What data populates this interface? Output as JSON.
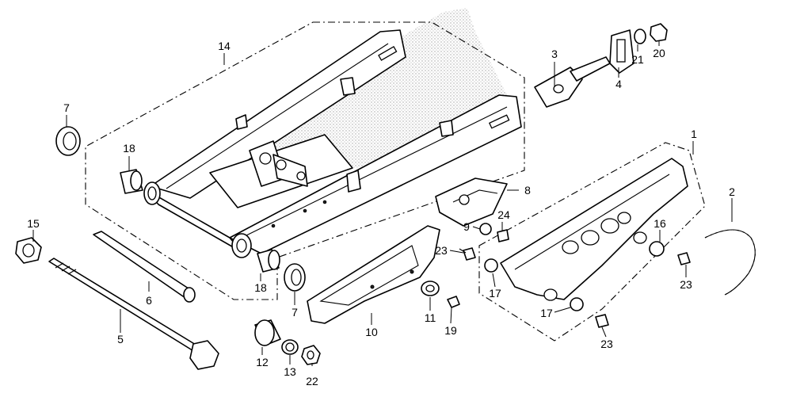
{
  "diagram": {
    "title": "Swingarm / Drive Chain exploded parts diagram",
    "callouts": [
      {
        "id": "c1",
        "label": "1"
      },
      {
        "id": "c2",
        "label": "2"
      },
      {
        "id": "c3",
        "label": "3"
      },
      {
        "id": "c4",
        "label": "4"
      },
      {
        "id": "c5",
        "label": "5"
      },
      {
        "id": "c6",
        "label": "6"
      },
      {
        "id": "c7a",
        "label": "7"
      },
      {
        "id": "c7b",
        "label": "7"
      },
      {
        "id": "c8",
        "label": "8"
      },
      {
        "id": "c9",
        "label": "9"
      },
      {
        "id": "c10",
        "label": "10"
      },
      {
        "id": "c11",
        "label": "11"
      },
      {
        "id": "c12",
        "label": "12"
      },
      {
        "id": "c13",
        "label": "13"
      },
      {
        "id": "c14",
        "label": "14"
      },
      {
        "id": "c15",
        "label": "15"
      },
      {
        "id": "c16",
        "label": "16"
      },
      {
        "id": "c17a",
        "label": "17"
      },
      {
        "id": "c17b",
        "label": "17"
      },
      {
        "id": "c18a",
        "label": "18"
      },
      {
        "id": "c18b",
        "label": "18"
      },
      {
        "id": "c19",
        "label": "19"
      },
      {
        "id": "c20",
        "label": "20"
      },
      {
        "id": "c21",
        "label": "21"
      },
      {
        "id": "c22",
        "label": "22"
      },
      {
        "id": "c23a",
        "label": "23"
      },
      {
        "id": "c23b",
        "label": "23"
      },
      {
        "id": "c23c",
        "label": "23"
      },
      {
        "id": "c24",
        "label": "24"
      }
    ]
  }
}
